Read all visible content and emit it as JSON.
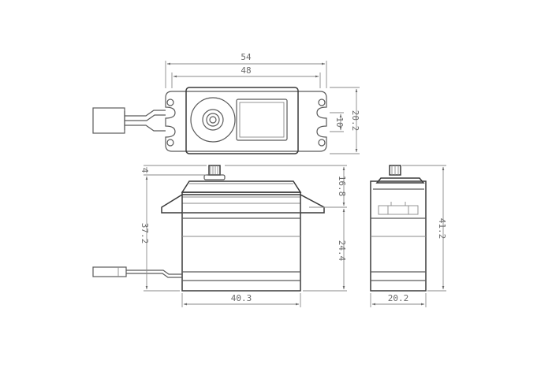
{
  "dimensions": {
    "top_outer_width": "54",
    "top_inner_width": "48",
    "top_hole_spacing": "10",
    "top_depth": "20.2",
    "front_spline_height": "4",
    "front_upper_height": "16.8",
    "front_lower_height": "37.2",
    "front_case_height": "24.4",
    "front_width": "40.3",
    "side_height": "41.2",
    "side_width": "20.2"
  },
  "colors": {
    "line": "#5a5a5a",
    "background": "#ffffff"
  }
}
